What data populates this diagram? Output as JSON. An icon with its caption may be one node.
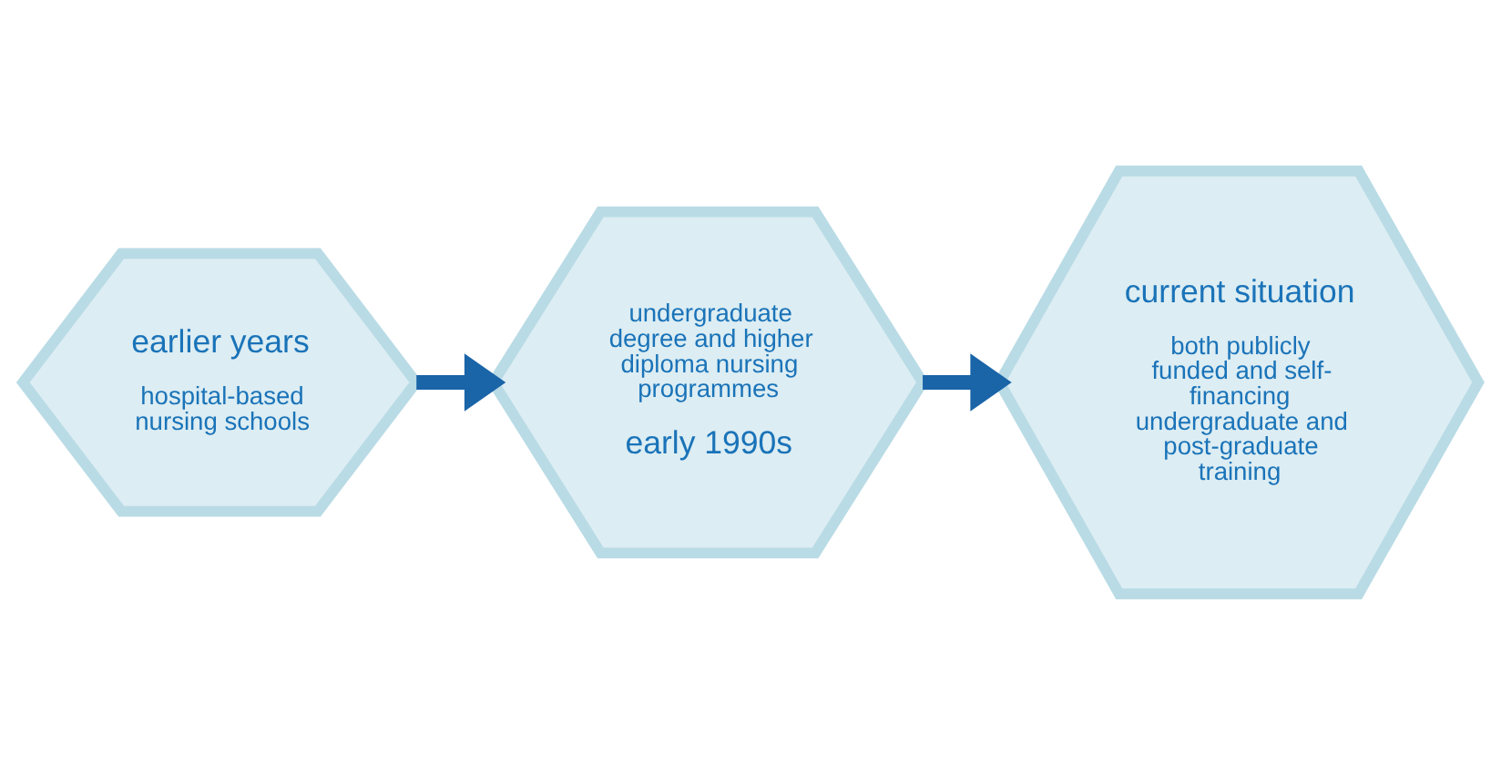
{
  "diagram": {
    "nodes": [
      {
        "text": [
          "earlier years",
          "hospital-based nursing schools"
        ]
      },
      {
        "text": [
          "undergraduate degree and higher diploma nursing programmes",
          "early 1990s"
        ]
      },
      {
        "text": [
          "current situation",
          "both publicly funded and self-financing undergraduate and post-graduate training"
        ]
      }
    ],
    "edges": [
      {
        "from": 0,
        "to": 1,
        "arrow": "to"
      },
      {
        "from": 1,
        "to": 2,
        "arrow": "to"
      }
    ]
  }
}
